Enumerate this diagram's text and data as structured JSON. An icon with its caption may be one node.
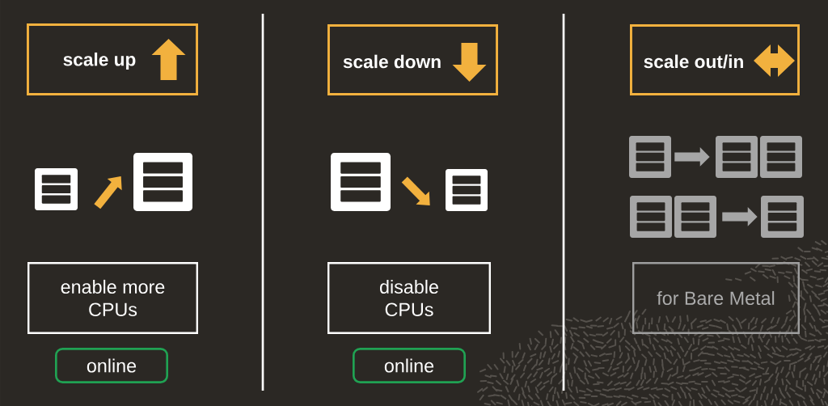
{
  "diagram": {
    "nodes": [
      {
        "text": [
          "scale up"
        ]
      },
      {
        "text": [],
        "shape": "picture"
      },
      {
        "text": [],
        "shape": "picture"
      },
      {
        "text": [
          "enable more CPUs"
        ]
      },
      {
        "text": [
          "online"
        ]
      },
      {
        "text": [
          "scale down"
        ]
      },
      {
        "text": [],
        "shape": "picture"
      },
      {
        "text": [],
        "shape": "picture"
      },
      {
        "text": [
          "disable CPUs"
        ]
      },
      {
        "text": [
          "online"
        ]
      },
      {
        "text": [
          "scale out/in"
        ]
      },
      {
        "text": [],
        "shape": "picture"
      },
      {
        "text": [],
        "shape": "picture"
      },
      {
        "text": [],
        "shape": "picture"
      },
      {
        "text": [],
        "shape": "picture"
      },
      {
        "text": [
          "for Bare Metal"
        ]
      }
    ],
    "edges": [
      {
        "from": 1,
        "to": 2,
        "arrow": "to",
        "color": "#f2b13e"
      },
      {
        "from": 6,
        "to": 7,
        "arrow": "to",
        "color": "#f2b13e"
      },
      {
        "from": 11,
        "to": 12,
        "arrow": "to",
        "color": "#a6a6a6"
      },
      {
        "from": 13,
        "to": 14,
        "arrow": "to",
        "color": "#a6a6a6"
      }
    ]
  }
}
